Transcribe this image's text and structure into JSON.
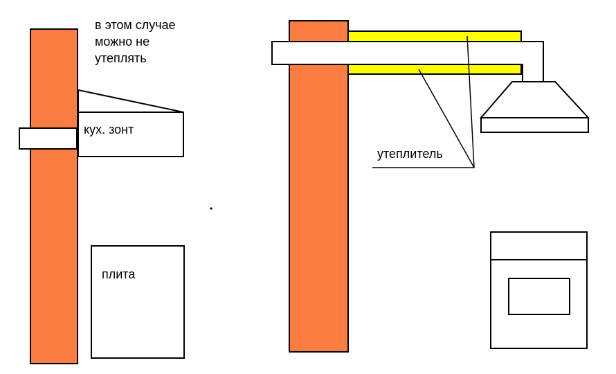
{
  "notes": {
    "line1": "в этом случае",
    "line2": "можно не",
    "line3": "утеплять"
  },
  "labels": {
    "hood": "кух. зонт",
    "stove": "плита",
    "insulation": "утеплитель"
  },
  "colors": {
    "chimney": "#fb7d41",
    "insulation": "#ffff00",
    "outline": "#000000",
    "background": "#ffffff"
  }
}
